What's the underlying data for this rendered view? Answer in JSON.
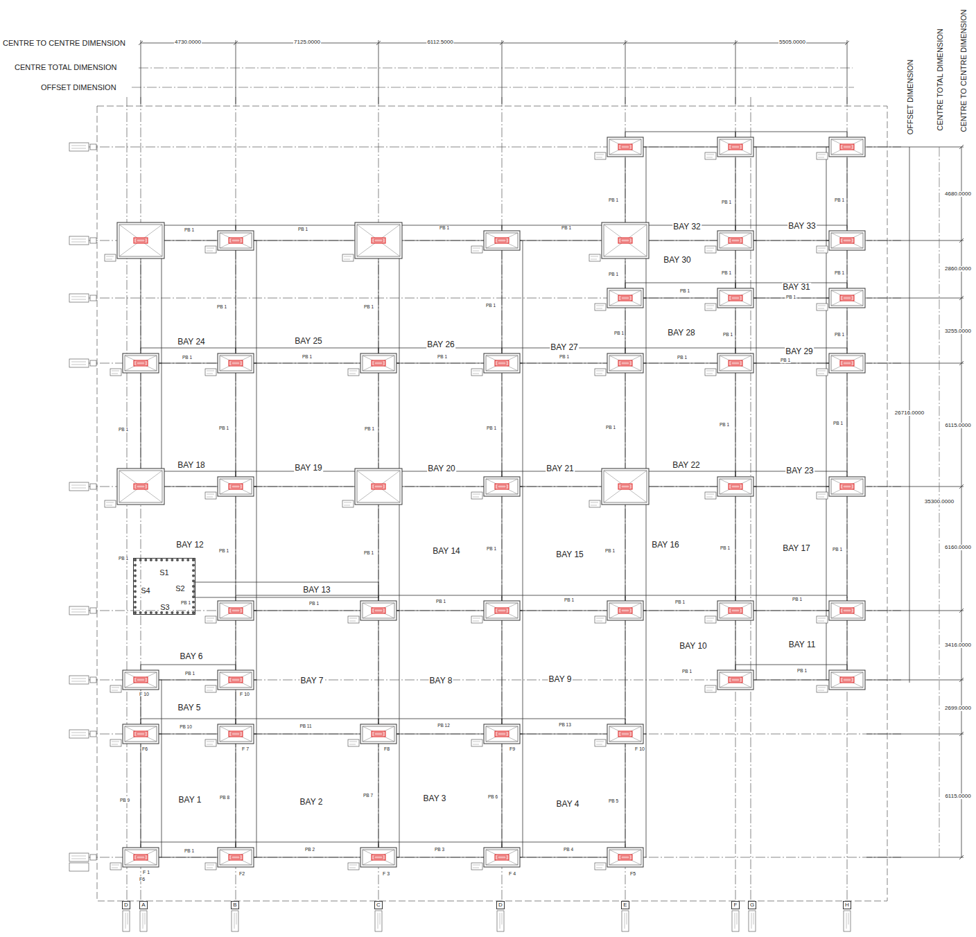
{
  "diagram": {
    "nodes": [
      {
        "text": [
          "S1",
          "S4",
          "S2",
          "S3"
        ]
      },
      {
        "text": [
          "D"
        ]
      },
      {
        "text": [
          "A"
        ]
      },
      {
        "text": [
          "B"
        ]
      },
      {
        "text": [
          "C"
        ]
      },
      {
        "text": [
          "D"
        ]
      },
      {
        "text": [
          "E"
        ]
      },
      {
        "text": [
          "F"
        ]
      },
      {
        "text": [
          "G"
        ]
      },
      {
        "text": [
          "H"
        ]
      }
    ],
    "labels": [
      "CENTRE TO CENTRE DIMENSION",
      "CENTRE TOTAL DIMENSION",
      "OFFSET DIMENSION",
      "OFFSET DIMENSION",
      "CENTRE TOTAL DIMENSION",
      "CENTRE TO CENTRE DIMENSION",
      "4730.0000",
      "7125.0000",
      "6112.5000",
      "5505.0000",
      "4680.0000",
      "2860.0000",
      "3255.0000",
      "6115.0000",
      "6160.0000",
      "3416.0000",
      "2699.0000",
      "6115.0000",
      "26716.0000",
      "35300.0000",
      "BAY 1",
      "BAY 2",
      "BAY 3",
      "BAY 4",
      "BAY 5",
      "BAY 6",
      "BAY 7",
      "BAY 8",
      "BAY 9",
      "BAY 10",
      "BAY 11",
      "BAY 12",
      "BAY 13",
      "BAY 14",
      "BAY 15",
      "BAY 16",
      "BAY 17",
      "BAY 18",
      "BAY 19",
      "BAY 20",
      "BAY 21",
      "BAY 22",
      "BAY 23",
      "BAY 24",
      "BAY 25",
      "BAY 26",
      "BAY 27",
      "BAY 28",
      "BAY 29",
      "BAY 30",
      "BAY 31",
      "BAY 32",
      "BAY 33",
      "PB 1",
      "PB 1",
      "PB 1",
      "PB 1",
      "PB 1",
      "PB 1",
      "PB 1",
      "PB 1",
      "PB 1",
      "PB 1",
      "PB 1",
      "PB 1",
      "PB 1",
      "PB 1",
      "PB 1",
      "PB 1",
      "PB 1",
      "PB 1",
      "PB 1",
      "PB 1",
      "PB 1",
      "PB 1",
      "PB 1",
      "PB 1",
      "PB 1",
      "PB 1",
      "PB 1",
      "PB 1",
      "PB 1",
      "PB 1",
      "PB 1",
      "PB 1",
      "PB 1",
      "PB 1",
      "PB 1",
      "PB 1",
      "PB 1",
      "PB 1",
      "PB 1",
      "PB 1",
      "PB 1",
      "PB 1",
      "PB 1",
      "PB 1",
      "PB 1",
      "PB 1",
      "PB 1",
      "PB 10",
      "PB 11",
      "PB 12",
      "PB 13",
      "PB 9",
      "PB 8",
      "PB 7",
      "PB 6",
      "PB 5",
      "PB 1",
      "PB 2",
      "PB 3",
      "PB 4",
      "F 1",
      "F6",
      "F2",
      "F 3",
      "F 4",
      "F5",
      "F6",
      "F 7",
      "F8",
      "F9",
      "F 10",
      "F 10",
      "F 10"
    ]
  }
}
